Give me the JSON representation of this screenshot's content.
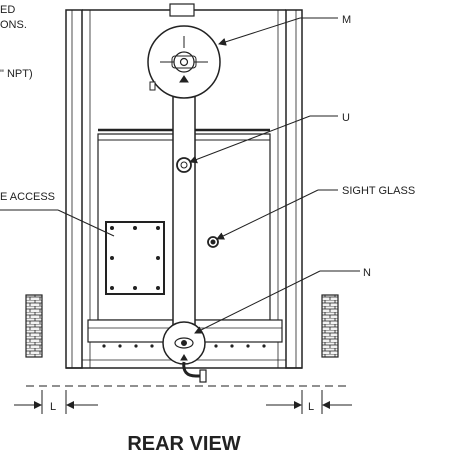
{
  "callouts": {
    "note_line1": "ED",
    "note_line2": "ONS.",
    "npt_fragment": "\" NPT)",
    "access_fragment": "E ACCESS",
    "m": "M",
    "u": "U",
    "sight_glass": "SIGHT GLASS",
    "n": "N"
  },
  "dimensions": {
    "left_clearance": "L",
    "right_clearance": "L"
  },
  "title": "REAR VIEW",
  "colors": {
    "line": "#222222",
    "fill": "#ffffff",
    "brick_fill": "#f2f2f2"
  }
}
